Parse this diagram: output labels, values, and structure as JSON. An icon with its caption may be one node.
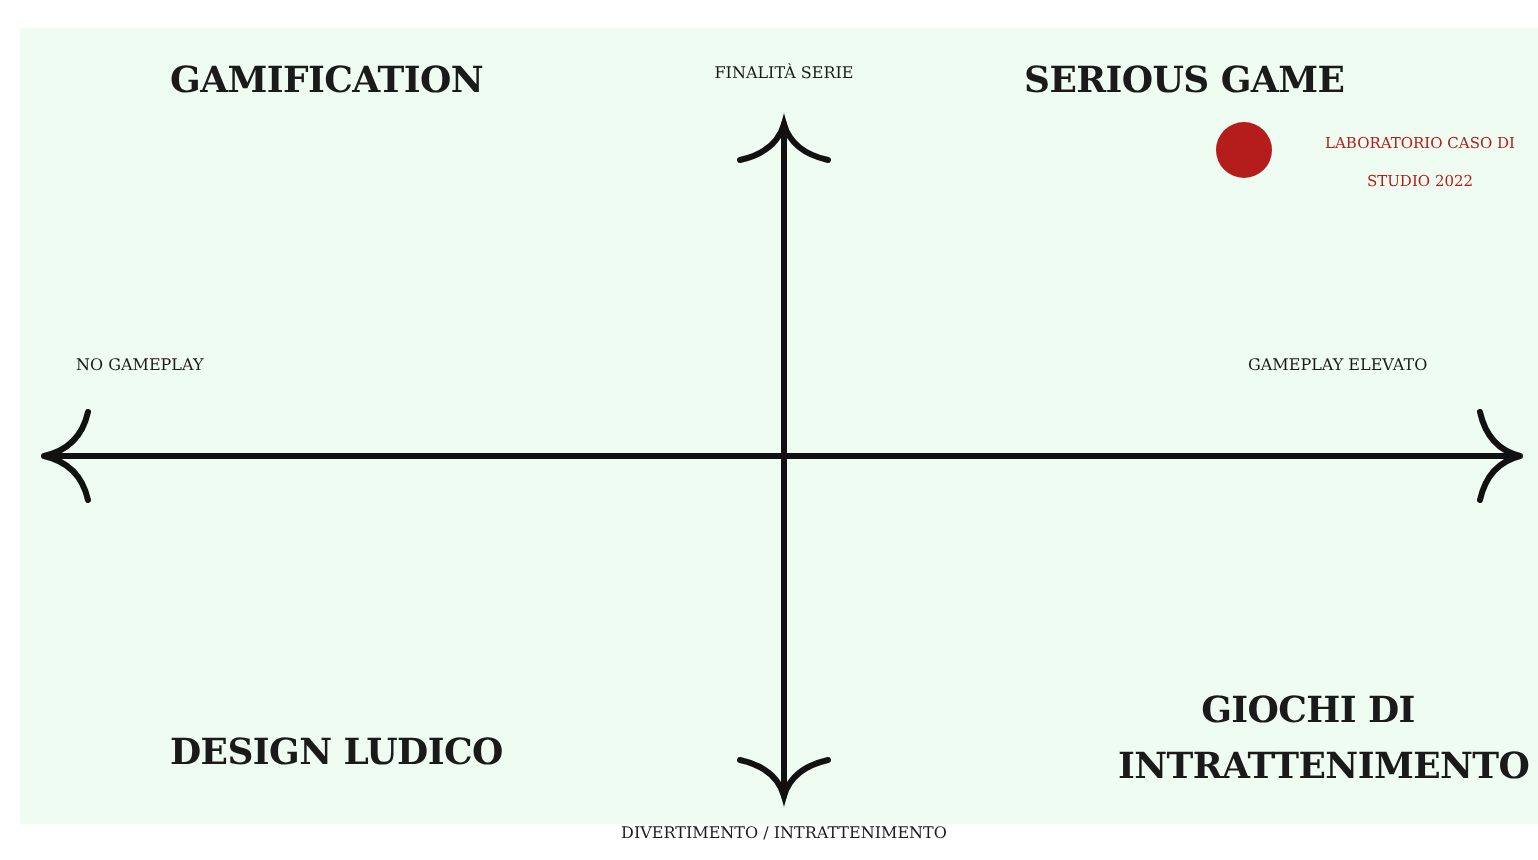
{
  "diagram": {
    "labels": [
      "GAMIFICATION",
      "FINALITÀ SERIE",
      "SERIOUS GAME",
      "NO GAMEPLAY",
      "GAMEPLAY ELEVATO",
      "GIOCHI DI INTRATTENIMENTO",
      "DESIGN LUDICO",
      "DIVERTIMENTO / INTRATTENIMENTO"
    ],
    "legend": [
      {
        "text": "LABORATORIO CASO DI STUDIO 2022",
        "color": "#b51c1c"
      }
    ]
  }
}
